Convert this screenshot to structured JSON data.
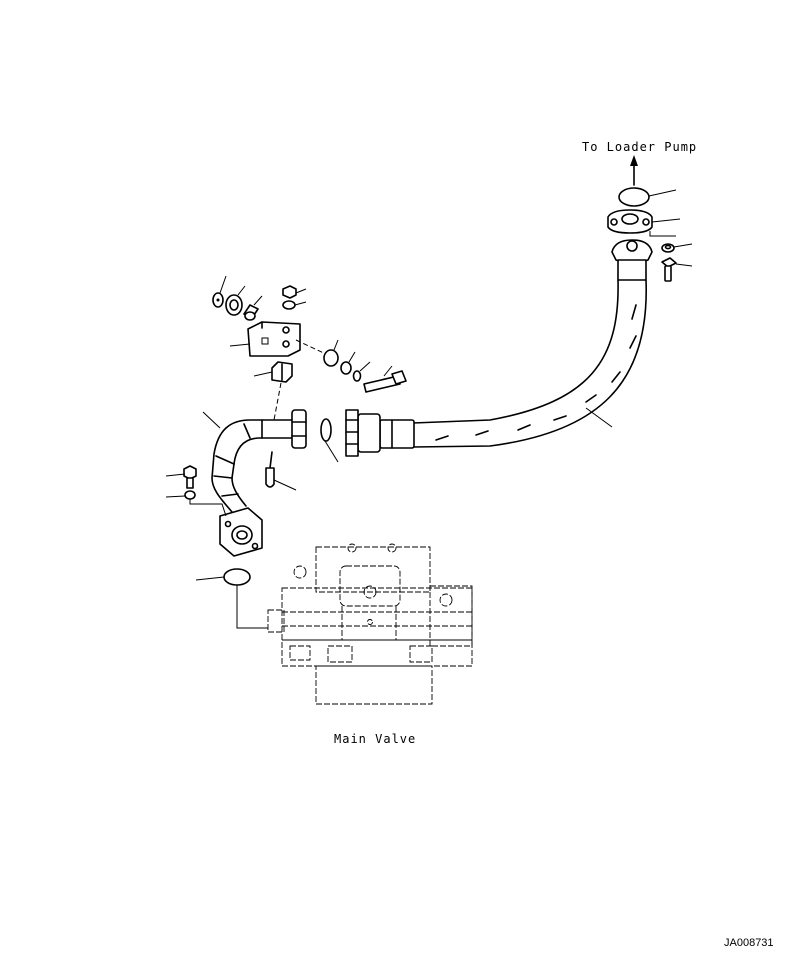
{
  "labels": {
    "to_loader_pump": "To Loader Pump",
    "main_valve": "Main Valve",
    "drawing_code": "JA008731"
  }
}
